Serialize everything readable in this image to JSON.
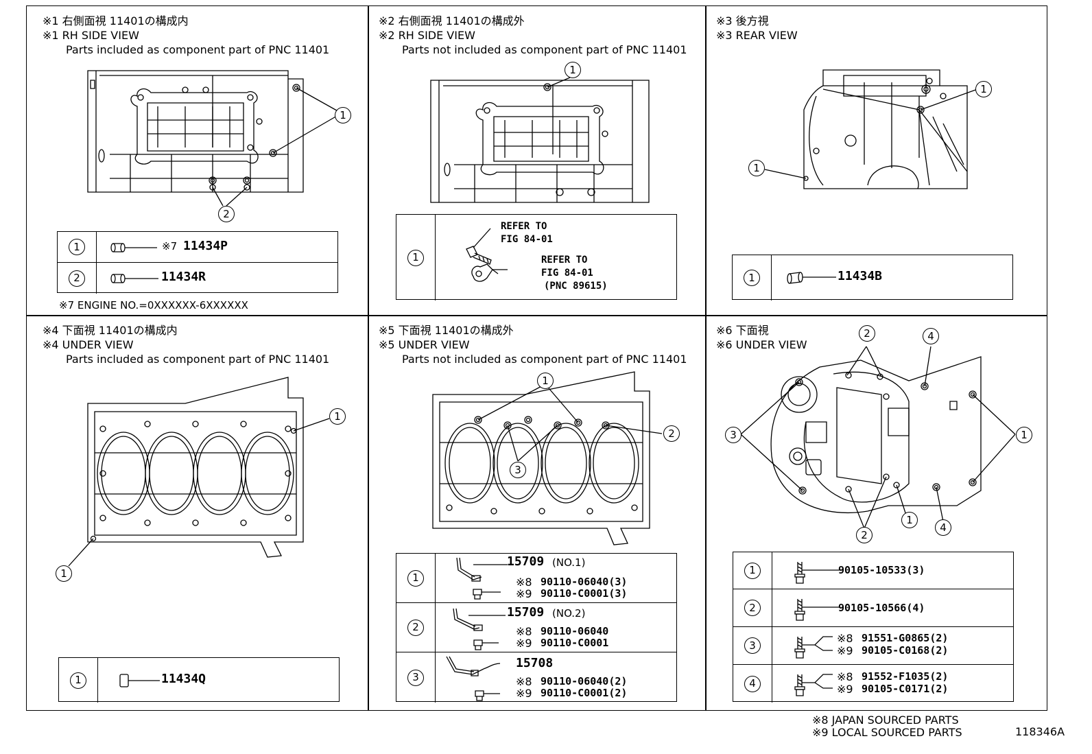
{
  "panels": [
    {
      "id": "p1",
      "title_jp": "※1 右側面視 11401の構成内",
      "title_en": "※1 RH SIDE VIEW",
      "subtitle": "Parts included as component part of PNC 11401",
      "callouts": [
        "1",
        "2"
      ],
      "rows": [
        {
          "idx": "1",
          "note": "※7",
          "part": "11434P"
        },
        {
          "idx": "2",
          "note": "",
          "part": "11434R"
        }
      ],
      "footnote": "※7 ENGINE NO.=0XXXXXX-6XXXXXX"
    },
    {
      "id": "p2",
      "title_jp": "※2 右側面視 11401の構成外",
      "title_en": "※2 RH SIDE VIEW",
      "subtitle": "Parts not included as component part of PNC 11401",
      "callouts": [
        "1"
      ],
      "rows": [
        {
          "idx": "1",
          "refer1": [
            "REFER TO",
            "FIG 84-01"
          ],
          "refer2": [
            "REFER TO",
            "FIG 84-01",
            "(PNC 89615)"
          ]
        }
      ]
    },
    {
      "id": "p3",
      "title_jp": "※3 後方視",
      "title_en": "※3 REAR VIEW",
      "callouts": [
        "1",
        "1"
      ],
      "rows": [
        {
          "idx": "1",
          "part": "11434B"
        }
      ]
    },
    {
      "id": "p4",
      "title_jp": "※4 下面視 11401の構成内",
      "title_en": "※4 UNDER VIEW",
      "subtitle": "Parts included as component part of PNC 11401",
      "callouts": [
        "1",
        "1"
      ],
      "rows": [
        {
          "idx": "1",
          "part": "11434Q"
        }
      ]
    },
    {
      "id": "p5",
      "title_jp": "※5 下面視 11401の構成外",
      "title_en": "※5 UNDER VIEW",
      "subtitle": "Parts not included as component part of PNC 11401",
      "callouts": [
        "1",
        "2",
        "3"
      ],
      "rows": [
        {
          "idx": "1",
          "part": "15709",
          "part_note": "(NO.1)",
          "lines": [
            {
              "mark": "※8",
              "pn": "90110-06040(3)"
            },
            {
              "mark": "※9",
              "pn": "90110-C0001(3)"
            }
          ]
        },
        {
          "idx": "2",
          "part": "15709",
          "part_note": "(NO.2)",
          "lines": [
            {
              "mark": "※8",
              "pn": "90110-06040"
            },
            {
              "mark": "※9",
              "pn": "90110-C0001"
            }
          ]
        },
        {
          "idx": "3",
          "part": "15708",
          "part_note": "",
          "lines": [
            {
              "mark": "※8",
              "pn": "90110-06040(2)"
            },
            {
              "mark": "※9",
              "pn": "90110-C0001(2)"
            }
          ]
        }
      ]
    },
    {
      "id": "p6",
      "title_jp": "※6 下面視",
      "title_en": "※6 UNDER VIEW",
      "callouts": [
        "2",
        "4",
        "3",
        "1",
        "2",
        "1",
        "4"
      ],
      "rows": [
        {
          "idx": "1",
          "lines": [
            {
              "mark": "",
              "pn": "90105-10533(3)"
            }
          ]
        },
        {
          "idx": "2",
          "lines": [
            {
              "mark": "",
              "pn": "90105-10566(4)"
            }
          ]
        },
        {
          "idx": "3",
          "lines": [
            {
              "mark": "※8",
              "pn": "91551-G0865(2)"
            },
            {
              "mark": "※9",
              "pn": "90105-C0168(2)"
            }
          ]
        },
        {
          "idx": "4",
          "lines": [
            {
              "mark": "※8",
              "pn": "91552-F1035(2)"
            },
            {
              "mark": "※9",
              "pn": "90105-C0171(2)"
            }
          ]
        }
      ]
    }
  ],
  "footer": {
    "note8": "※8 JAPAN SOURCED PARTS",
    "note9": "※9 LOCAL SOURCED PARTS",
    "figure_id": "118346A"
  }
}
